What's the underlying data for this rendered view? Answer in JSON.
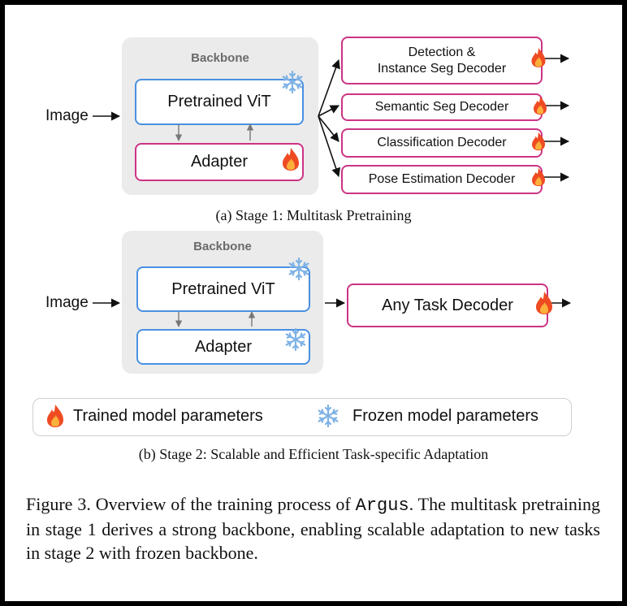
{
  "stage1": {
    "backbone_label": "Backbone",
    "vit_label": "Pretrained ViT",
    "adapter_label": "Adapter",
    "input_label": "Image",
    "decoders": [
      {
        "line1": "Detection &",
        "line2": "Instance Seg Decoder"
      },
      {
        "line1": "Semantic Seg Decoder"
      },
      {
        "line1": "Classification Decoder"
      },
      {
        "line1": "Pose Estimation Decoder"
      }
    ],
    "caption": "(a) Stage 1: Multitask Pretraining"
  },
  "stage2": {
    "backbone_label": "Backbone",
    "vit_label": "Pretrained ViT",
    "adapter_label": "Adapter",
    "input_label": "Image",
    "decoder_label": "Any Task Decoder",
    "caption": "(b) Stage 2: Scalable and Efficient Task-specific Adaptation"
  },
  "legend": {
    "trained_label": "Trained model parameters",
    "frozen_label": "Frozen model parameters"
  },
  "figure_caption": {
    "prefix": "Figure 3.  Overview of the training process of ",
    "name": "Argus",
    "suffix": ".  The multitask pretraining in stage 1 derives a strong backbone, enabling scalable adaptation to new tasks in stage 2 with frozen backbone."
  },
  "colors": {
    "frozen_border": "#4a90e2",
    "trained_border": "#cc3385",
    "panel": "#ebebeb",
    "snowflake": "#7fb2e5",
    "flame_outer": "#ef4b23",
    "flame_inner": "#fbb03b"
  },
  "icons": [
    "snowflake-icon",
    "flame-icon"
  ]
}
